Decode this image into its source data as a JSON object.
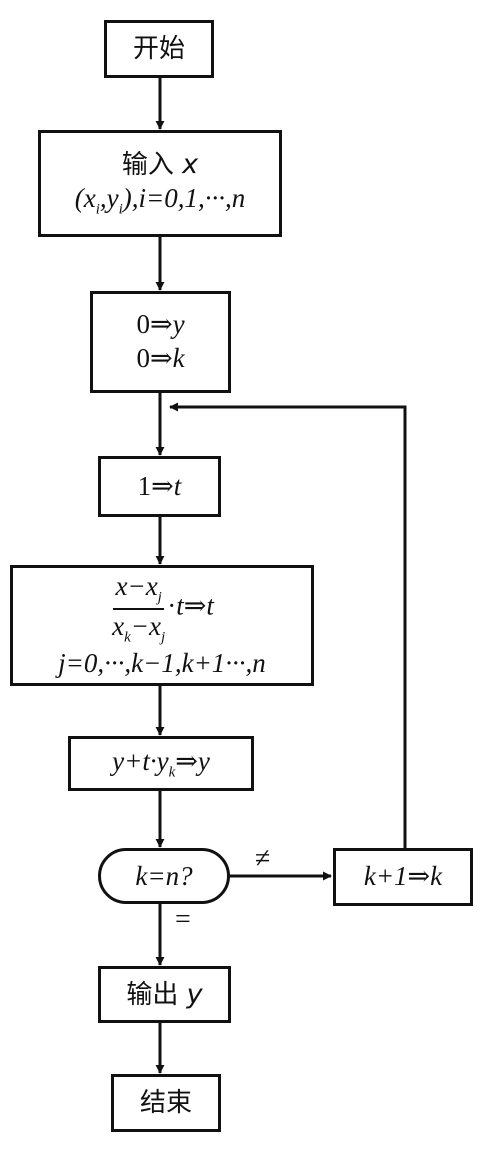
{
  "nodes": {
    "start": {
      "text": "开始"
    },
    "input": {
      "line1": "输入 x",
      "line2": "(x_i, y_i), i=0,1,···,n"
    },
    "init": {
      "line1": "0⇒y",
      "line2": "0⇒k"
    },
    "set_t": {
      "text": "1⇒t"
    },
    "product": {
      "frac_num": "x−x_j",
      "frac_den": "x_k−x_j",
      "tail": "·t⇒t",
      "range": "j=0,···,k−1,k+1···,n"
    },
    "accumulate": {
      "text": "y+t·y_k⇒y"
    },
    "decision": {
      "text": "k=n?"
    },
    "increment": {
      "text": "k+1⇒k"
    },
    "output": {
      "text": "输出 y"
    },
    "end": {
      "text": "结束"
    }
  },
  "edge_labels": {
    "not_equal": "≠",
    "equal": "="
  }
}
